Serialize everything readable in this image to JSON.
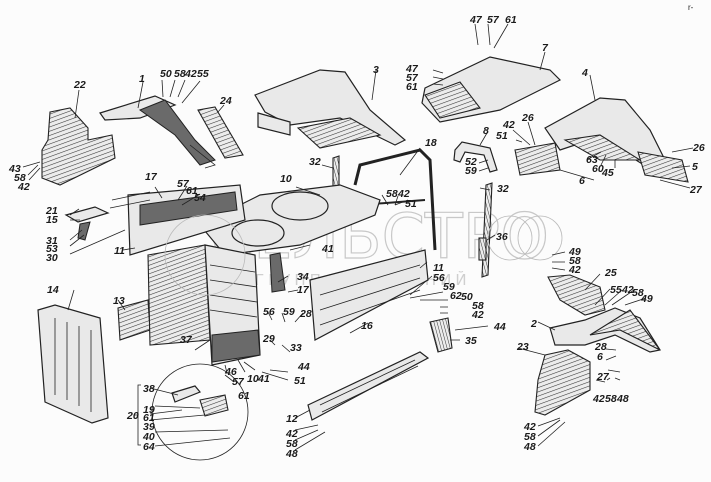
{
  "diagram": {
    "title": "Cab and hood exploded parts assembly",
    "watermark": {
      "brand": "СЕЛЬСТРО",
      "subtitle": "ГРУППА КОМПАНИЙ"
    },
    "corner_mark": "r-",
    "callouts": [
      {
        "id": "c22",
        "text": "22"
      },
      {
        "id": "c43",
        "text": "43"
      },
      {
        "id": "c58a",
        "text": "58"
      },
      {
        "id": "c42a",
        "text": "42"
      },
      {
        "id": "c1",
        "text": "1"
      },
      {
        "id": "c50a",
        "text": "50"
      },
      {
        "id": "c58b",
        "text": "58"
      },
      {
        "id": "c42b",
        "text": "42"
      },
      {
        "id": "c55a",
        "text": "55"
      },
      {
        "id": "c24",
        "text": "24"
      },
      {
        "id": "c3",
        "text": "3"
      },
      {
        "id": "c47a",
        "text": "47"
      },
      {
        "id": "c57a",
        "text": "57"
      },
      {
        "id": "c61a",
        "text": "61"
      },
      {
        "id": "c47b",
        "text": "47"
      },
      {
        "id": "c57b",
        "text": "57"
      },
      {
        "id": "c61b",
        "text": "61"
      },
      {
        "id": "c7",
        "text": "7"
      },
      {
        "id": "c4",
        "text": "4"
      },
      {
        "id": "c8",
        "text": "8"
      },
      {
        "id": "c42c",
        "text": "42"
      },
      {
        "id": "c26a",
        "text": "26"
      },
      {
        "id": "c51a",
        "text": "51"
      },
      {
        "id": "c52",
        "text": "52"
      },
      {
        "id": "c59a",
        "text": "59"
      },
      {
        "id": "c6a",
        "text": "6"
      },
      {
        "id": "c63",
        "text": "63"
      },
      {
        "id": "c60",
        "text": "60"
      },
      {
        "id": "c45",
        "text": "45"
      },
      {
        "id": "c26b",
        "text": "26"
      },
      {
        "id": "c5",
        "text": "5"
      },
      {
        "id": "c27a",
        "text": "27"
      },
      {
        "id": "c18",
        "text": "18"
      },
      {
        "id": "c32a",
        "text": "32"
      },
      {
        "id": "c10a",
        "text": "10"
      },
      {
        "id": "c17a",
        "text": "17"
      },
      {
        "id": "c57c",
        "text": "57"
      },
      {
        "id": "c61c",
        "text": "61"
      },
      {
        "id": "c54",
        "text": "54"
      },
      {
        "id": "c58c",
        "text": "58"
      },
      {
        "id": "c42d",
        "text": "42"
      },
      {
        "id": "c51b",
        "text": "51"
      },
      {
        "id": "c32b",
        "text": "32"
      },
      {
        "id": "c21",
        "text": "21"
      },
      {
        "id": "c15",
        "text": "15"
      },
      {
        "id": "c31",
        "text": "31"
      },
      {
        "id": "c53",
        "text": "53"
      },
      {
        "id": "c30",
        "text": "30"
      },
      {
        "id": "c11a",
        "text": "11"
      },
      {
        "id": "c41a",
        "text": "41"
      },
      {
        "id": "c36",
        "text": "36"
      },
      {
        "id": "c49a",
        "text": "49"
      },
      {
        "id": "c58d",
        "text": "58"
      },
      {
        "id": "c42e",
        "text": "42"
      },
      {
        "id": "c25",
        "text": "25"
      },
      {
        "id": "c34",
        "text": "34"
      },
      {
        "id": "c17b",
        "text": "17"
      },
      {
        "id": "c11b",
        "text": "11"
      },
      {
        "id": "c56a",
        "text": "56"
      },
      {
        "id": "c59b",
        "text": "59"
      },
      {
        "id": "c62",
        "text": "62"
      },
      {
        "id": "c50b",
        "text": "50"
      },
      {
        "id": "c58e",
        "text": "58"
      },
      {
        "id": "c42f",
        "text": "42"
      },
      {
        "id": "c55b",
        "text": "55"
      },
      {
        "id": "c42g",
        "text": "42"
      },
      {
        "id": "c58f",
        "text": "58"
      },
      {
        "id": "c49b",
        "text": "49"
      },
      {
        "id": "c14",
        "text": "14"
      },
      {
        "id": "c13",
        "text": "13"
      },
      {
        "id": "c56b",
        "text": "56"
      },
      {
        "id": "c59c",
        "text": "59"
      },
      {
        "id": "c28",
        "text": "28"
      },
      {
        "id": "c16",
        "text": "16"
      },
      {
        "id": "c44a",
        "text": "44"
      },
      {
        "id": "c35",
        "text": "35"
      },
      {
        "id": "c2",
        "text": "2"
      },
      {
        "id": "c29",
        "text": "29"
      },
      {
        "id": "c33",
        "text": "33"
      },
      {
        "id": "c23",
        "text": "23"
      },
      {
        "id": "c28b",
        "text": "28"
      },
      {
        "id": "c6b",
        "text": "6"
      },
      {
        "id": "c37",
        "text": "37"
      },
      {
        "id": "c44b",
        "text": "44"
      },
      {
        "id": "c46",
        "text": "46"
      },
      {
        "id": "c57d",
        "text": "57"
      },
      {
        "id": "c10b",
        "text": "10"
      },
      {
        "id": "c41b",
        "text": "41"
      },
      {
        "id": "c51c",
        "text": "51"
      },
      {
        "id": "c27b",
        "text": "27"
      },
      {
        "id": "c42h",
        "text": "42"
      },
      {
        "id": "c58g",
        "text": "58"
      },
      {
        "id": "c48a",
        "text": "48"
      },
      {
        "id": "c38",
        "text": "38"
      },
      {
        "id": "c61d",
        "text": "61"
      },
      {
        "id": "c19",
        "text": "19"
      },
      {
        "id": "c20",
        "text": "20"
      },
      {
        "id": "c61e",
        "text": "61"
      },
      {
        "id": "c39",
        "text": "39"
      },
      {
        "id": "c40",
        "text": "40"
      },
      {
        "id": "c64",
        "text": "64"
      },
      {
        "id": "c12",
        "text": "12"
      },
      {
        "id": "c42i",
        "text": "42"
      },
      {
        "id": "c58h",
        "text": "58"
      },
      {
        "id": "c48b",
        "text": "48"
      },
      {
        "id": "c42j",
        "text": "42"
      },
      {
        "id": "c58i",
        "text": "58"
      },
      {
        "id": "c48c",
        "text": "48"
      }
    ]
  }
}
